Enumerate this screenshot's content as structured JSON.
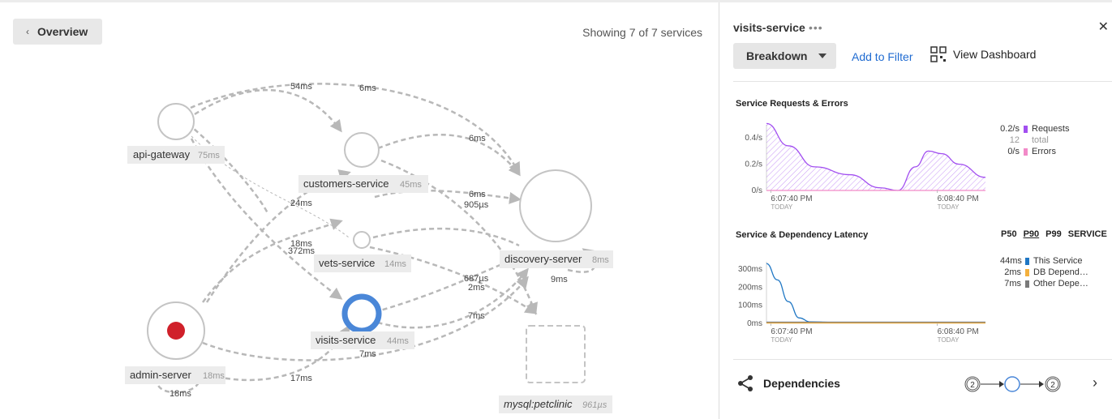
{
  "toolbar": {
    "back_label": "Overview",
    "showing_text": "Showing 7 of 7 services"
  },
  "map": {
    "nodes": [
      {
        "id": "api-gateway",
        "name": "api-gateway",
        "latency": "75ms"
      },
      {
        "id": "customers-service",
        "name": "customers-service",
        "latency": "45ms"
      },
      {
        "id": "vets-service",
        "name": "vets-service",
        "latency": "14ms"
      },
      {
        "id": "visits-service",
        "name": "visits-service",
        "latency": "44ms",
        "selected": true
      },
      {
        "id": "discovery-server",
        "name": "discovery-server",
        "latency": "8ms"
      },
      {
        "id": "admin-server",
        "name": "admin-server",
        "latency": "18ms",
        "error": true
      },
      {
        "id": "mysql",
        "name": "mysql:petclinic",
        "latency": "961µs",
        "database": true
      }
    ],
    "edge_labels": [
      "54ms",
      "6ms",
      "6ms",
      "24ms",
      "6ms",
      "905µs",
      "18ms",
      "372ms",
      "687µs",
      "2ms",
      "9ms",
      "7ms",
      "7ms",
      "17ms",
      "18ms"
    ],
    "colors": {
      "edge": "#b8b8b8",
      "node_border": "#c4c4c4",
      "selected": "#4a87d8",
      "error": "#d0202a"
    }
  },
  "panel": {
    "title": "visits-service",
    "more": "•••",
    "close": "✕",
    "breakdown_label": "Breakdown",
    "add_filter_label": "Add to Filter",
    "view_dashboard_label": "View Dashboard",
    "requests": {
      "title": "Service Requests & Errors",
      "legend": [
        {
          "value": "0.2/s",
          "label": "Requests",
          "color": "#a24ff0"
        },
        {
          "value": "12",
          "label": "total",
          "color": ""
        },
        {
          "value": "0/s",
          "label": "Errors",
          "color": "#f28ac8"
        }
      ]
    },
    "latency": {
      "title": "Service & Dependency Latency",
      "columns": [
        "P50",
        "P90",
        "P99",
        "SERVICE"
      ],
      "selected_column": "P90",
      "legend": [
        {
          "value": "44ms",
          "label": "This Service",
          "color": "#1f77c4"
        },
        {
          "value": "2ms",
          "label": "DB Depend…",
          "color": "#f4b03c"
        },
        {
          "value": "7ms",
          "label": "Other Depe…",
          "color": "#7a7a7a"
        }
      ]
    },
    "dependencies": {
      "label": "Dependencies",
      "in_count": "2",
      "out_count": "2"
    }
  },
  "chart_data": [
    {
      "type": "area",
      "title": "Service Requests & Errors",
      "x_ticks": [
        "6:07:40 PM",
        "6:08:40 PM"
      ],
      "x_tick_sub": [
        "TODAY",
        "TODAY"
      ],
      "y_ticks": [
        "0.4/s",
        "0.2/s",
        "0/s"
      ],
      "ylim": [
        0,
        0.5
      ],
      "x": [
        0,
        0.1,
        0.22,
        0.38,
        0.52,
        0.6,
        0.68,
        0.74,
        0.8,
        0.88,
        1.0
      ],
      "series": [
        {
          "name": "Requests",
          "values": [
            0.51,
            0.34,
            0.18,
            0.12,
            0.02,
            0.0,
            0.18,
            0.3,
            0.28,
            0.2,
            0.1
          ]
        },
        {
          "name": "Errors",
          "values": [
            0,
            0,
            0,
            0,
            0,
            0,
            0,
            0,
            0,
            0,
            0
          ]
        }
      ]
    },
    {
      "type": "line",
      "title": "Service & Dependency Latency",
      "x_ticks": [
        "6:07:40 PM",
        "6:08:40 PM"
      ],
      "x_tick_sub": [
        "TODAY",
        "TODAY"
      ],
      "y_ticks": [
        "300ms",
        "200ms",
        "100ms",
        "0ms"
      ],
      "ylim": [
        0,
        340
      ],
      "x": [
        0,
        0.05,
        0.1,
        0.15,
        0.2,
        0.3,
        0.5,
        0.7,
        1.0
      ],
      "series": [
        {
          "name": "This Service",
          "values": [
            330,
            240,
            120,
            30,
            8,
            6,
            5,
            5,
            5
          ]
        },
        {
          "name": "DB Depend…",
          "values": [
            2,
            2,
            2,
            2,
            2,
            2,
            2,
            2,
            2
          ]
        },
        {
          "name": "Other Depe…",
          "values": [
            7,
            7,
            7,
            7,
            7,
            7,
            7,
            7,
            7
          ]
        }
      ]
    }
  ]
}
